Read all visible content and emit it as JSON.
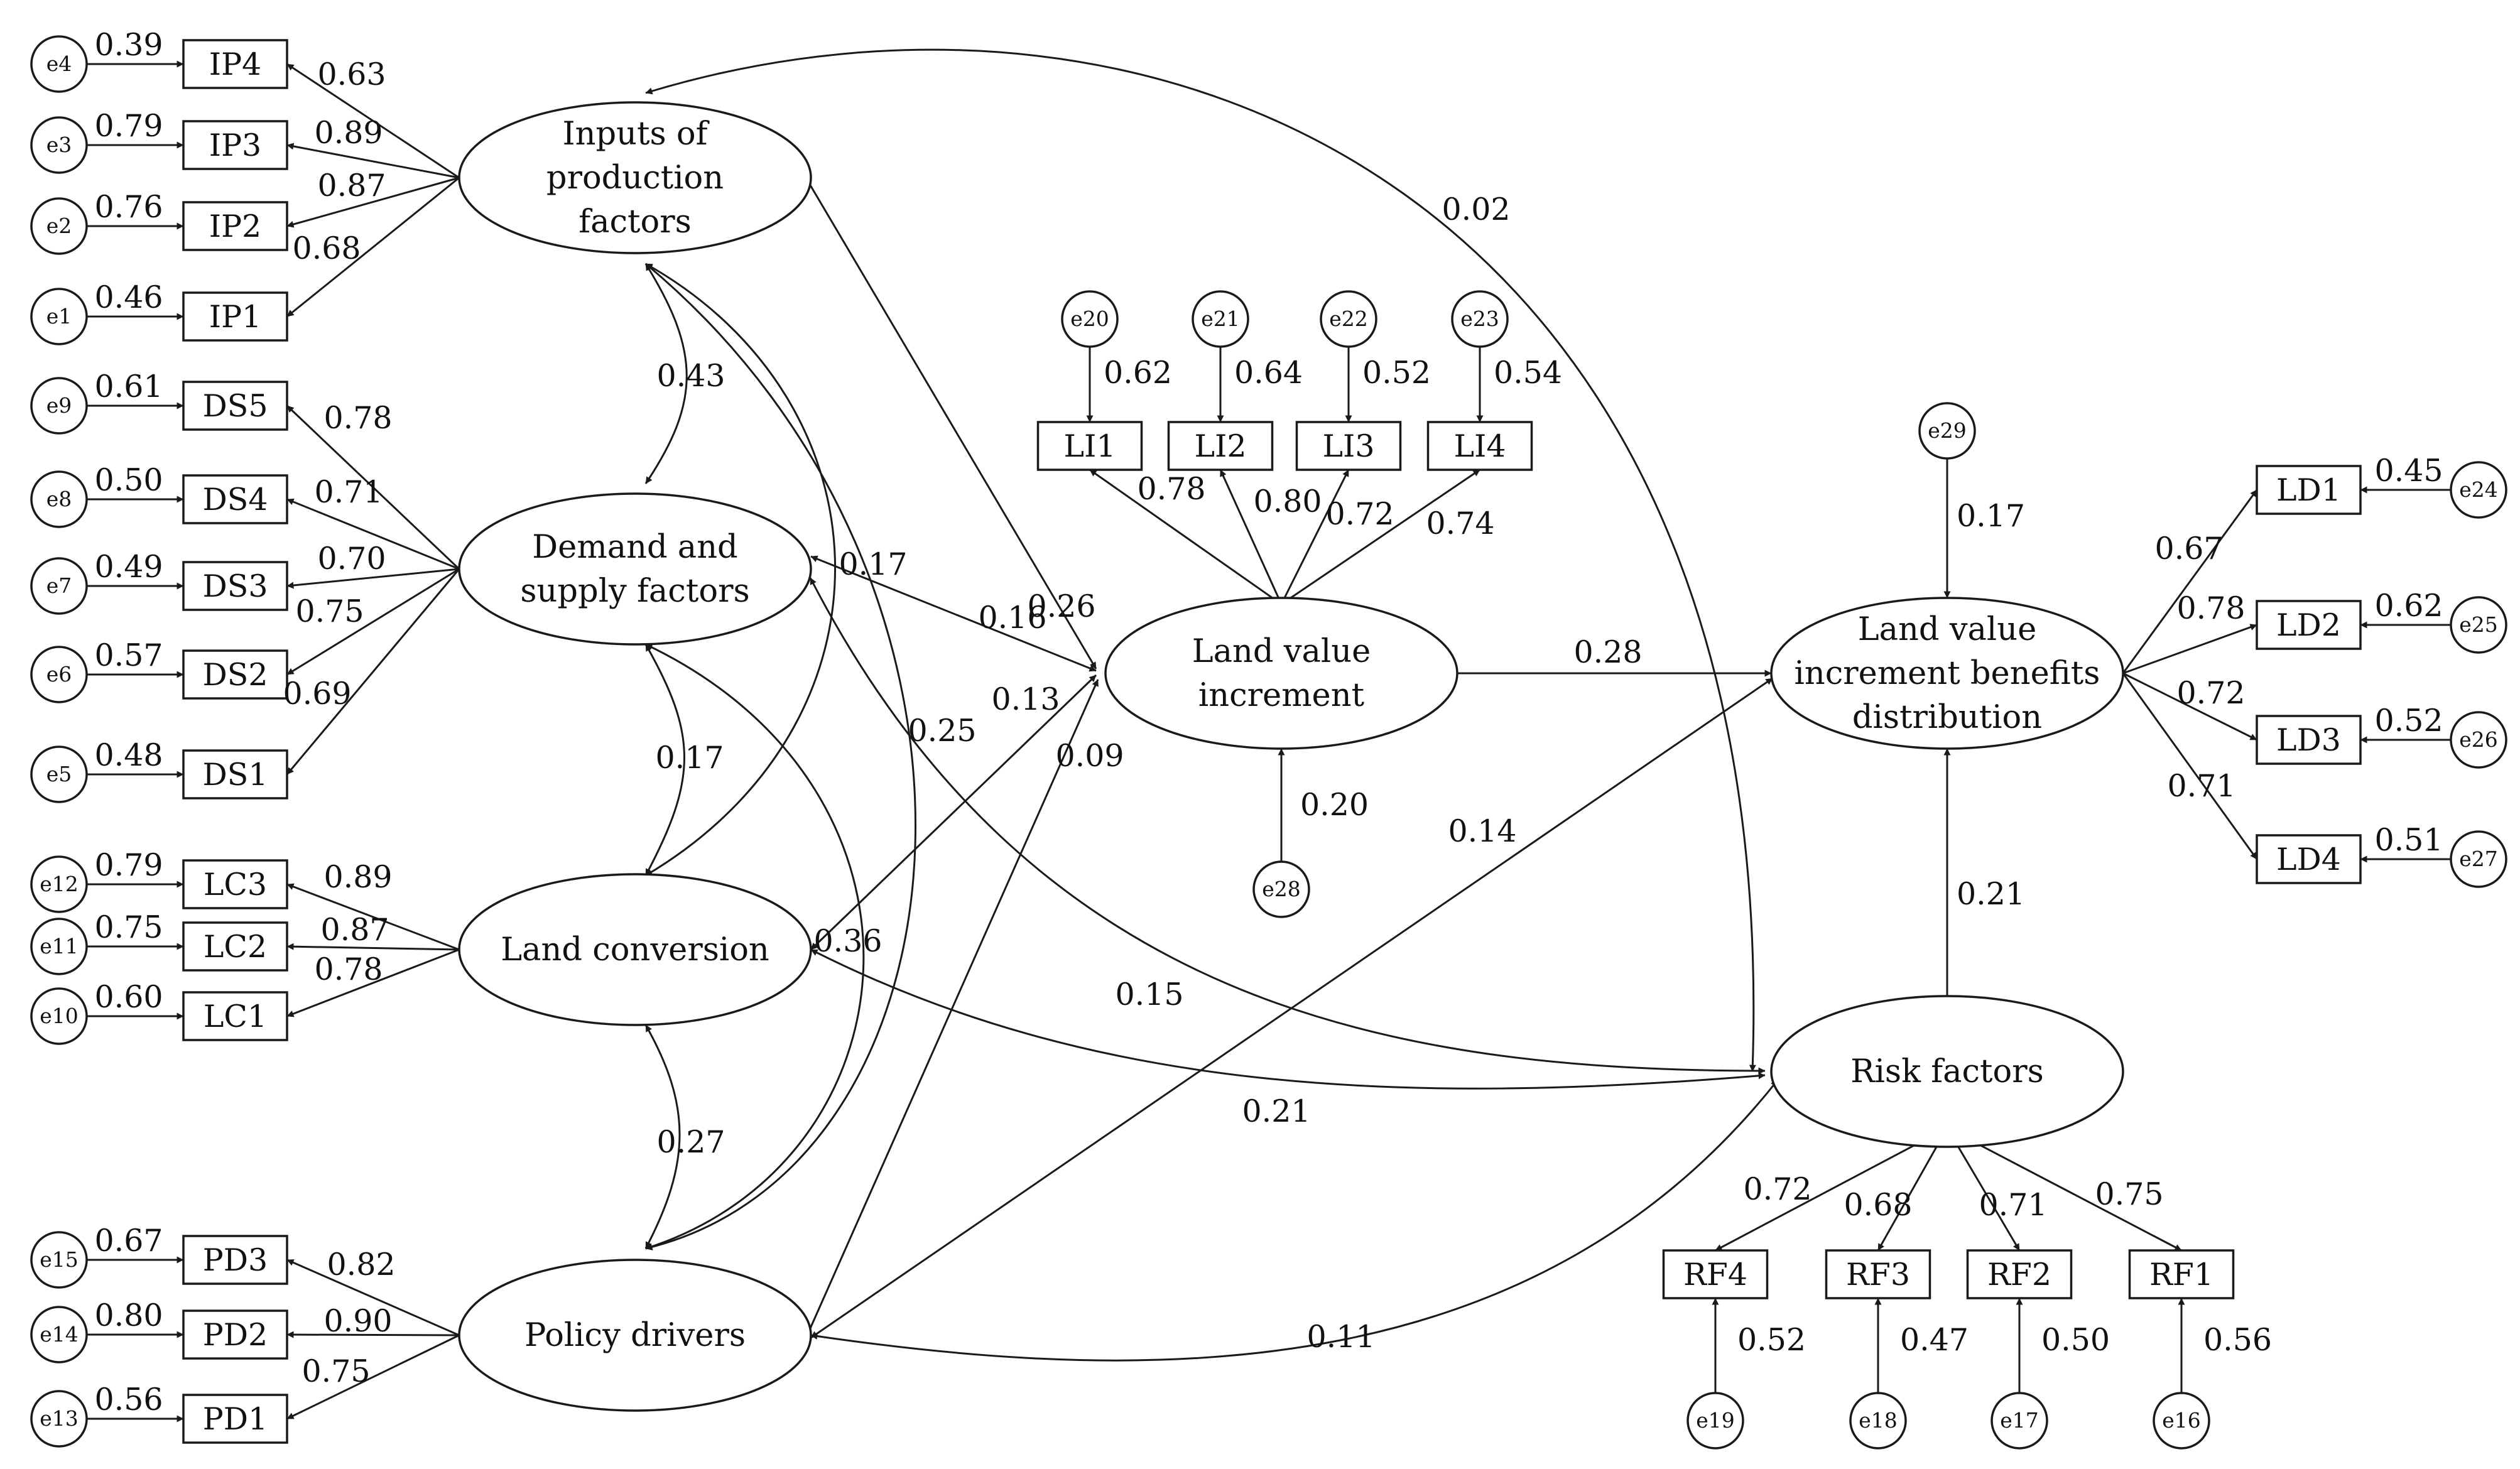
{
  "latents": {
    "ip": [
      "Inputs of",
      "production",
      "factors"
    ],
    "ds": [
      "Demand and",
      "supply factors"
    ],
    "lc": [
      "Land conversion"
    ],
    "pd": [
      "Policy drivers"
    ],
    "lvi": [
      "Land value",
      "increment"
    ],
    "lvb": [
      "Land value",
      "increment benefits",
      "distribution"
    ],
    "rf": [
      "Risk factors"
    ]
  },
  "indicators": {
    "IP4": "IP4",
    "IP3": "IP3",
    "IP2": "IP2",
    "IP1": "IP1",
    "DS5": "DS5",
    "DS4": "DS4",
    "DS3": "DS3",
    "DS2": "DS2",
    "DS1": "DS1",
    "LC3": "LC3",
    "LC2": "LC2",
    "LC1": "LC1",
    "PD3": "PD3",
    "PD2": "PD2",
    "PD1": "PD1",
    "LI1": "LI1",
    "LI2": "LI2",
    "LI3": "LI3",
    "LI4": "LI4",
    "LD1": "LD1",
    "LD2": "LD2",
    "LD3": "LD3",
    "LD4": "LD4",
    "RF4": "RF4",
    "RF3": "RF3",
    "RF2": "RF2",
    "RF1": "RF1"
  },
  "errors": {
    "e1": "e1",
    "e2": "e2",
    "e3": "e3",
    "e4": "e4",
    "e5": "e5",
    "e6": "e6",
    "e7": "e7",
    "e8": "e8",
    "e9": "e9",
    "e10": "e10",
    "e11": "e11",
    "e12": "e12",
    "e13": "e13",
    "e14": "e14",
    "e15": "e15",
    "e16": "e16",
    "e17": "e17",
    "e18": "e18",
    "e19": "e19",
    "e20": "e20",
    "e21": "e21",
    "e22": "e22",
    "e23": "e23",
    "e24": "e24",
    "e25": "e25",
    "e26": "e26",
    "e27": "e27",
    "e28": "e28",
    "e29": "e29"
  },
  "error_paths": {
    "e4": "0.39",
    "e3": "0.79",
    "e2": "0.76",
    "e1": "0.46",
    "e9": "0.61",
    "e8": "0.50",
    "e7": "0.49",
    "e6": "0.57",
    "e5": "0.48",
    "e12": "0.79",
    "e11": "0.75",
    "e10": "0.60",
    "e15": "0.67",
    "e14": "0.80",
    "e13": "0.56",
    "e20": "0.62",
    "e21": "0.64",
    "e22": "0.52",
    "e23": "0.54",
    "e24": "0.45",
    "e25": "0.62",
    "e26": "0.52",
    "e27": "0.51",
    "e19": "0.52",
    "e18": "0.47",
    "e17": "0.50",
    "e16": "0.56",
    "e28": "0.20",
    "e29": "0.17"
  },
  "loadings": {
    "IP4": "0.63",
    "IP3": "0.89",
    "IP2": "0.87",
    "IP1": "0.68",
    "DS5": "0.78",
    "DS4": "0.71",
    "DS3": "0.70",
    "DS2": "0.75",
    "DS1": "0.69",
    "LC3": "0.89",
    "LC2": "0.87",
    "LC1": "0.78",
    "PD3": "0.82",
    "PD2": "0.90",
    "PD1": "0.75",
    "LI1": "0.78",
    "LI2": "0.80",
    "LI3": "0.72",
    "LI4": "0.74",
    "LD1": "0.67",
    "LD2": "0.78",
    "LD3": "0.72",
    "LD4": "0.71",
    "RF4": "0.72",
    "RF3": "0.68",
    "RF2": "0.71",
    "RF1": "0.75"
  },
  "correlations": {
    "ip_ds": "0.43",
    "ds_lc": "0.17",
    "lc_pd": "0.27",
    "ip_lc": "0.17",
    "ip_pd": "0.25",
    "ds_pd": "0.36",
    "ip_rf": "0.02",
    "ds_rf": "0.15",
    "lc_rf": "0.21",
    "pd_rf": "0.11"
  },
  "paths": {
    "ip_lvi": "0.26",
    "ds_lvi": "0.16",
    "lc_lvi": "0.13",
    "pd_lvi": "0.09",
    "lvi_lvb": "0.28",
    "pd_lvb": "0.14",
    "rf_lvb": "0.21"
  }
}
